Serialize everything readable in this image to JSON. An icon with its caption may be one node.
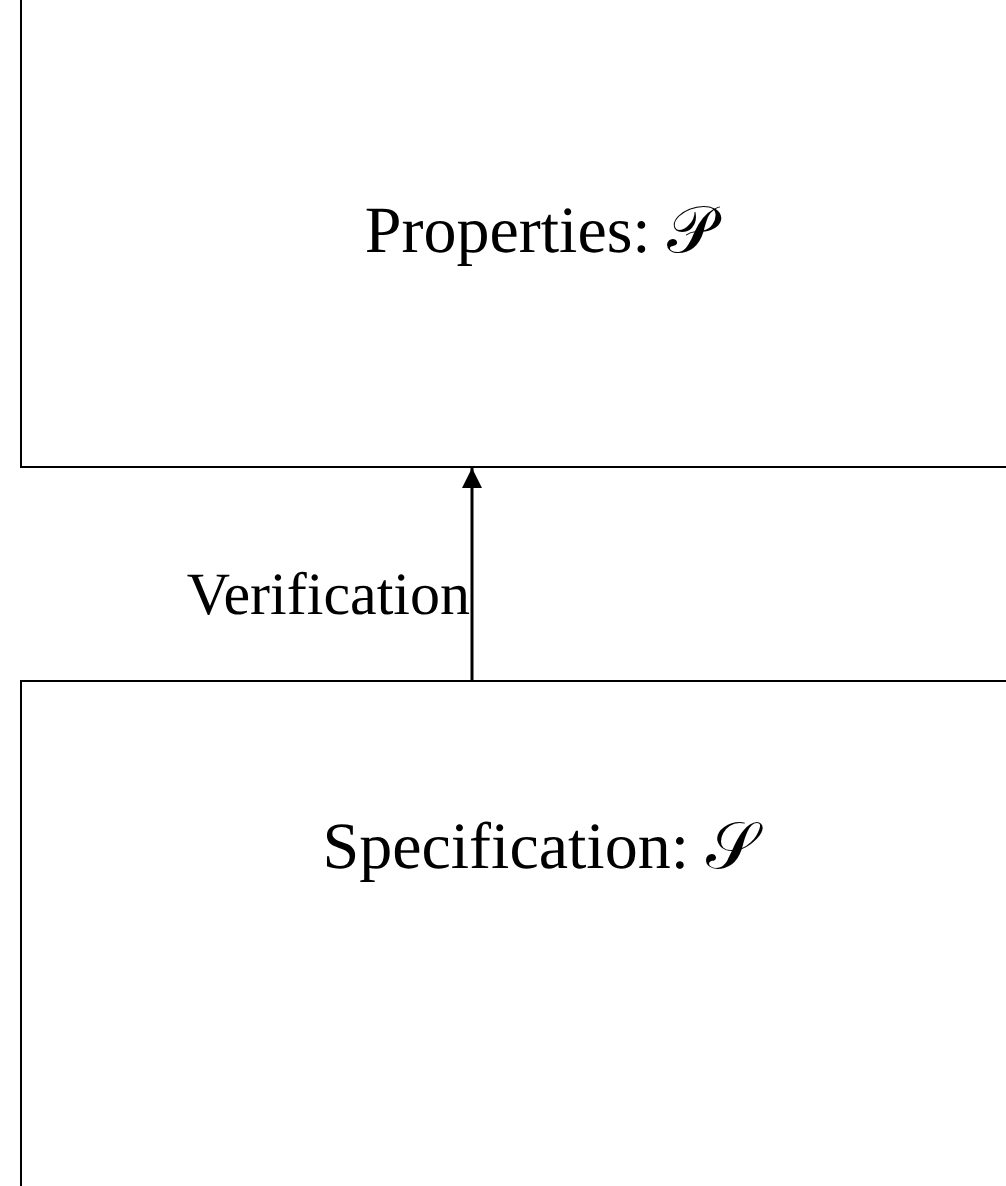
{
  "diagram": {
    "nodes": [
      {
        "text": [
          "Properties: 𝒫"
        ]
      },
      {
        "text": [
          "Specification: 𝒮"
        ]
      }
    ],
    "edges": [
      {
        "from": 1,
        "to": 0,
        "arrow": "to",
        "label": "Verification"
      }
    ]
  }
}
